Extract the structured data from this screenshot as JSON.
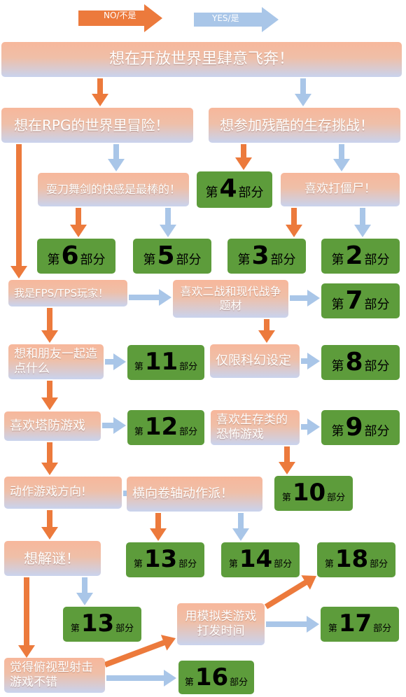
{
  "legend": {
    "no": "NO/不是",
    "yes": "YES/是"
  },
  "colors": {
    "no_arrow": "#ec7a3c",
    "yes_arrow": "#a9c6e8",
    "result_box": "#5d9c3b"
  },
  "questions": {
    "q_open_world": "想在开放世界里肆意飞奔！",
    "q_rpg": "想在RPG的世界里冒险！",
    "q_survival": "想参加残酷的生存挑战！",
    "q_swords": "耍刀舞剑的快感是最棒的！",
    "q_zombies": "喜欢打僵尸！",
    "q_fps": "我是FPS/TPS玩家！",
    "q_wwii": "喜欢二战和现代战争题材",
    "q_friends": "想和朋友一起造点什么",
    "q_scifi": "仅限科幻设定",
    "q_tower": "喜欢塔防游戏",
    "q_horror": "喜欢生存类的恐怖游戏",
    "q_action": "动作游戏方向!",
    "q_sidescroll": "横向卷轴动作派！",
    "q_puzzle": "想解谜！",
    "q_sim": "用模拟类游戏打发时间",
    "q_topdown": "觉得俯视型射击游戏不错"
  },
  "results": {
    "prefix": "第",
    "suffix": "部分",
    "r4": "4",
    "r6": "6",
    "r5": "5",
    "r3": "3",
    "r2": "2",
    "r7": "7",
    "r11": "11",
    "r8": "8",
    "r12": "12",
    "r9": "9",
    "r10": "10",
    "r13a": "13",
    "r14": "14",
    "r18": "18",
    "r13b": "13",
    "r17": "17",
    "r16": "16"
  }
}
